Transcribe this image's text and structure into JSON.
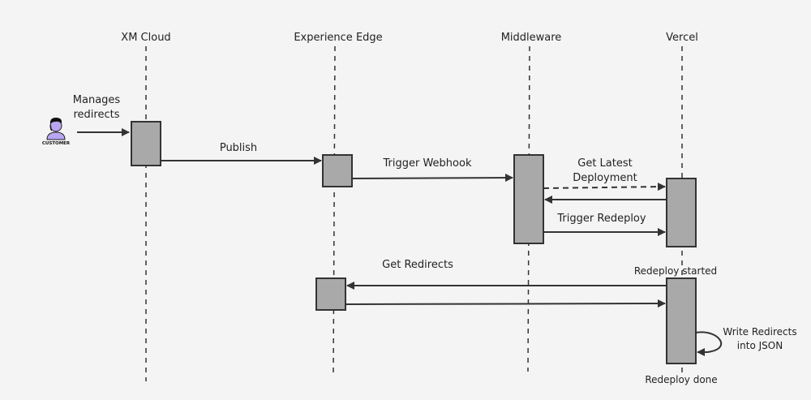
{
  "participants": {
    "xm_cloud": "XM Cloud",
    "experience_edge": "Experience Edge",
    "middleware": "Middleware",
    "vercel": "Vercel"
  },
  "actor": {
    "label": "CUSTOMER"
  },
  "messages": {
    "manages_line1": "Manages",
    "manages_line2": "redirects",
    "publish": "Publish",
    "trigger_webhook": "Trigger Webhook",
    "get_latest_line1": "Get Latest",
    "get_latest_line2": "Deployment",
    "trigger_redeploy": "Trigger Redeploy",
    "get_redirects": "Get Redirects",
    "redeploy_started": "Redeploy started",
    "write_line1": "Write Redirects",
    "write_line2": "into JSON",
    "redeploy_done": "Redeploy done"
  },
  "colors": {
    "background": "#f4f4f4",
    "activation_fill": "#a9a9a9",
    "stroke": "#333333",
    "actor_skin": "#b9a6f2"
  }
}
